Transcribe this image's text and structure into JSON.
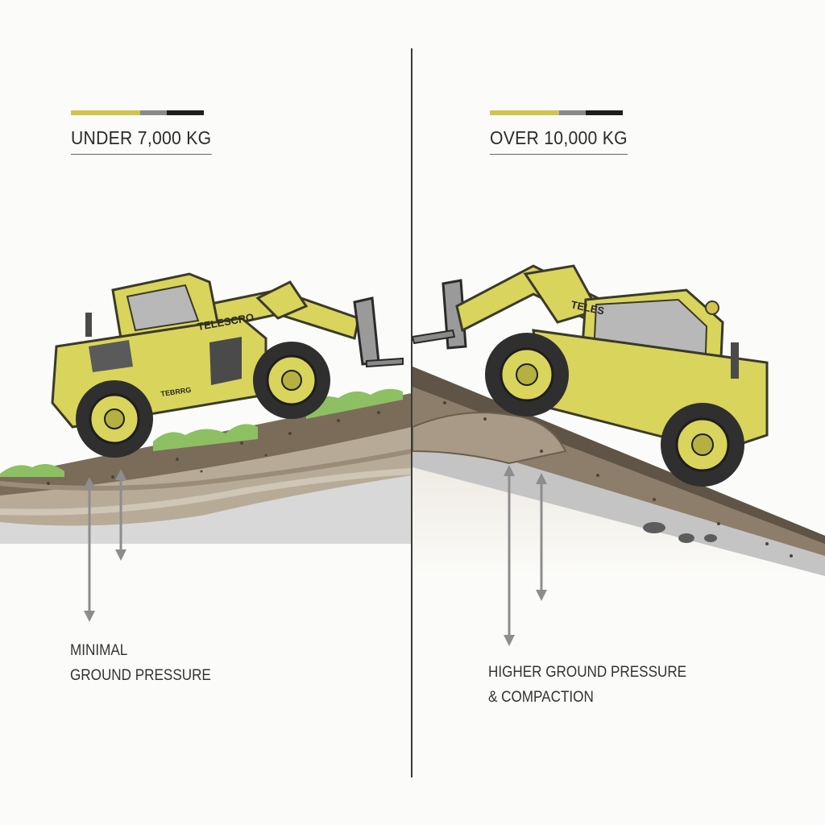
{
  "left": {
    "heading": "UNDER 7,000 KG",
    "caption_line1": "MINIMAL",
    "caption_line2": "GROUND PRESSURE",
    "decal_main": "TELESCRO",
    "decal_small": "TEBRRG"
  },
  "right": {
    "heading": "OVER 10,000 KG",
    "caption_line1": "HIGHER GROUND PRESSURE",
    "caption_line2": "& COMPACTION",
    "decal_main": "TELES"
  },
  "colors": {
    "machine_yellow": "#d9d45c",
    "accent_bar_yellow": "#cfc44e",
    "accent_bar_gray": "#8a8a8a",
    "accent_bar_black": "#1e1e1e",
    "soil_top": "#6b5f4e",
    "soil_mid": "#a89a86",
    "soil_low": "#c9c9c9",
    "grass": "#8cc063",
    "arrow": "#8d8d8d"
  }
}
